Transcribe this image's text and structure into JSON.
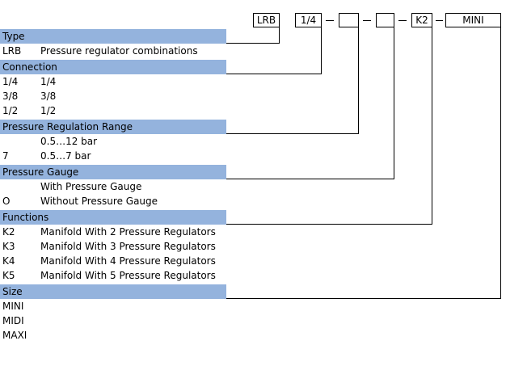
{
  "code_boxes": [
    "LRB",
    "1/4",
    "",
    "",
    "K2",
    "MINI"
  ],
  "sections": [
    {
      "title": "Type",
      "rows": [
        {
          "code": "LRB",
          "desc": "Pressure regulator combinations"
        }
      ]
    },
    {
      "title": "Connection",
      "rows": [
        {
          "code": "1/4",
          "desc": "1/4"
        },
        {
          "code": "3/8",
          "desc": "3/8"
        },
        {
          "code": "1/2",
          "desc": "1/2"
        }
      ]
    },
    {
      "title": "Pressure Regulation Range",
      "rows": [
        {
          "code": "",
          "desc": "0.5…12 bar"
        },
        {
          "code": "7",
          "desc": "0.5…7 bar"
        }
      ]
    },
    {
      "title": "Pressure Gauge",
      "rows": [
        {
          "code": "",
          "desc": "With Pressure Gauge"
        },
        {
          "code": "O",
          "desc": "Without Pressure Gauge"
        }
      ]
    },
    {
      "title": "Functions",
      "rows": [
        {
          "code": "K2",
          "desc": "Manifold With 2 Pressure Regulators"
        },
        {
          "code": "K3",
          "desc": "Manifold With 3 Pressure Regulators"
        },
        {
          "code": "K4",
          "desc": "Manifold With 4 Pressure Regulators"
        },
        {
          "code": "K5",
          "desc": "Manifold With 5 Pressure Regulators"
        }
      ]
    },
    {
      "title": "Size",
      "rows": [
        {
          "code": "MINI",
          "desc": ""
        },
        {
          "code": "MIDI",
          "desc": ""
        },
        {
          "code": "MAXI",
          "desc": ""
        }
      ]
    }
  ],
  "colors": {
    "header_bg": "#94b3dd",
    "line": "#000000"
  }
}
